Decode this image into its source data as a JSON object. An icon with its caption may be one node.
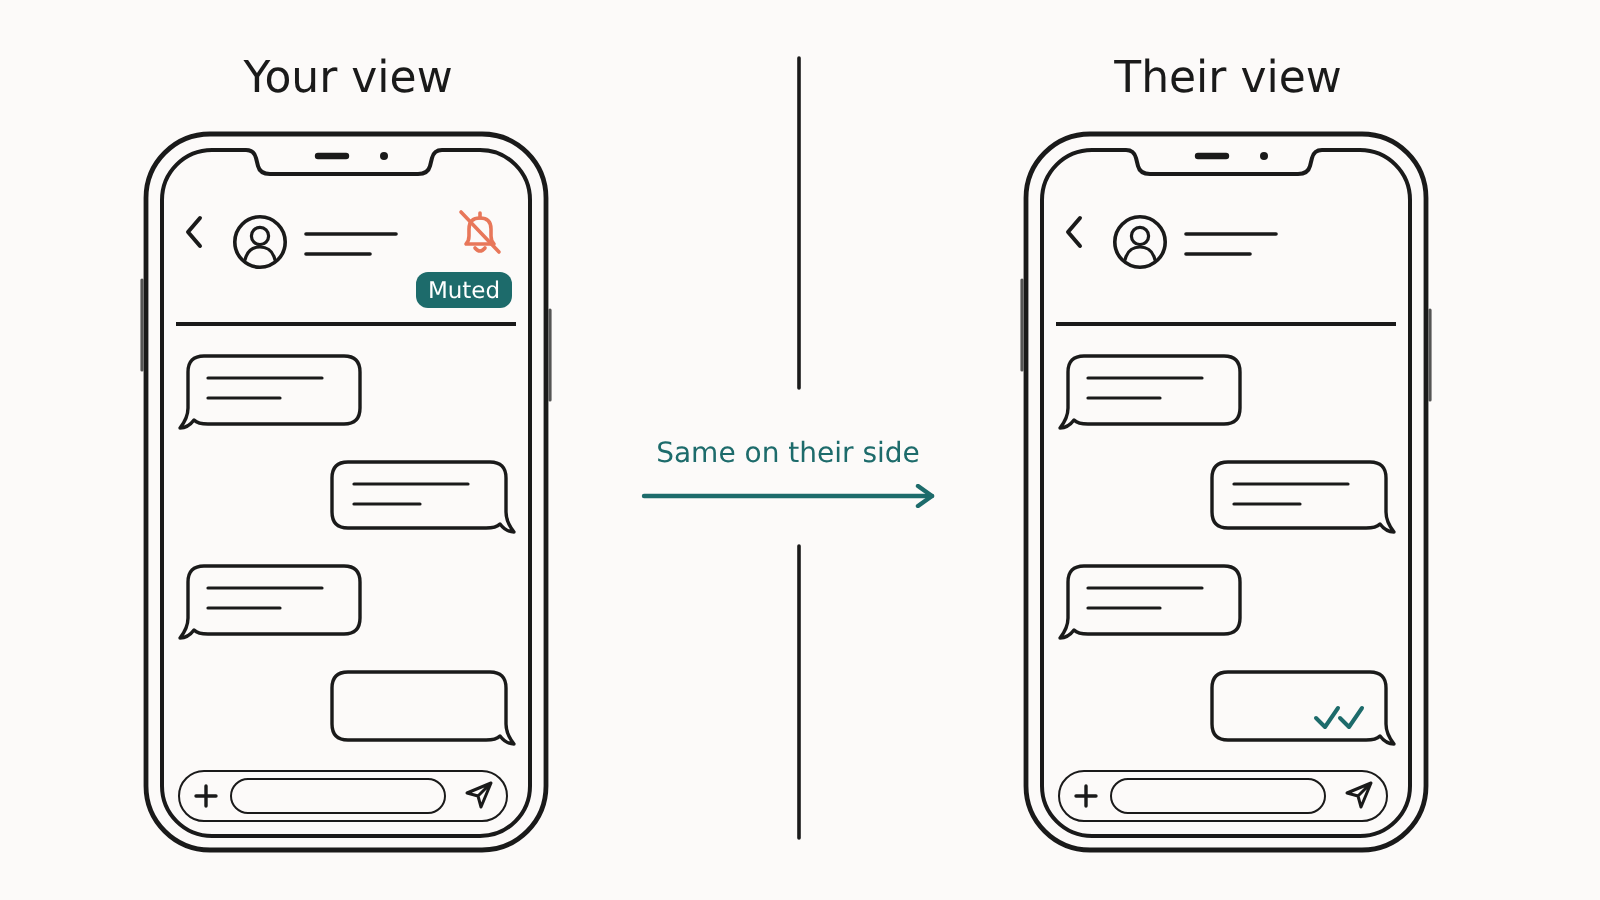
{
  "diagram": {
    "nodes": [
      {
        "text": [
          "Your view"
        ]
      },
      {
        "text": [
          "Muted"
        ],
        "in": 0
      },
      {
        "text": [],
        "shape": "bubble",
        "in": 0
      },
      {
        "text": [],
        "shape": "bubble",
        "in": 0
      },
      {
        "text": [],
        "shape": "bubble",
        "in": 0
      },
      {
        "text": [],
        "shape": "bubble",
        "in": 0
      },
      {
        "text": [
          "Their view"
        ]
      },
      {
        "text": [],
        "shape": "bubble",
        "in": 6
      },
      {
        "text": [],
        "shape": "bubble",
        "in": 6
      },
      {
        "text": [],
        "shape": "bubble",
        "in": 6
      },
      {
        "text": [],
        "shape": "bubble",
        "in": 6
      }
    ],
    "edges": [
      {
        "from": 0,
        "to": 6,
        "arrow": "to",
        "label": "Same on their side"
      }
    ]
  }
}
